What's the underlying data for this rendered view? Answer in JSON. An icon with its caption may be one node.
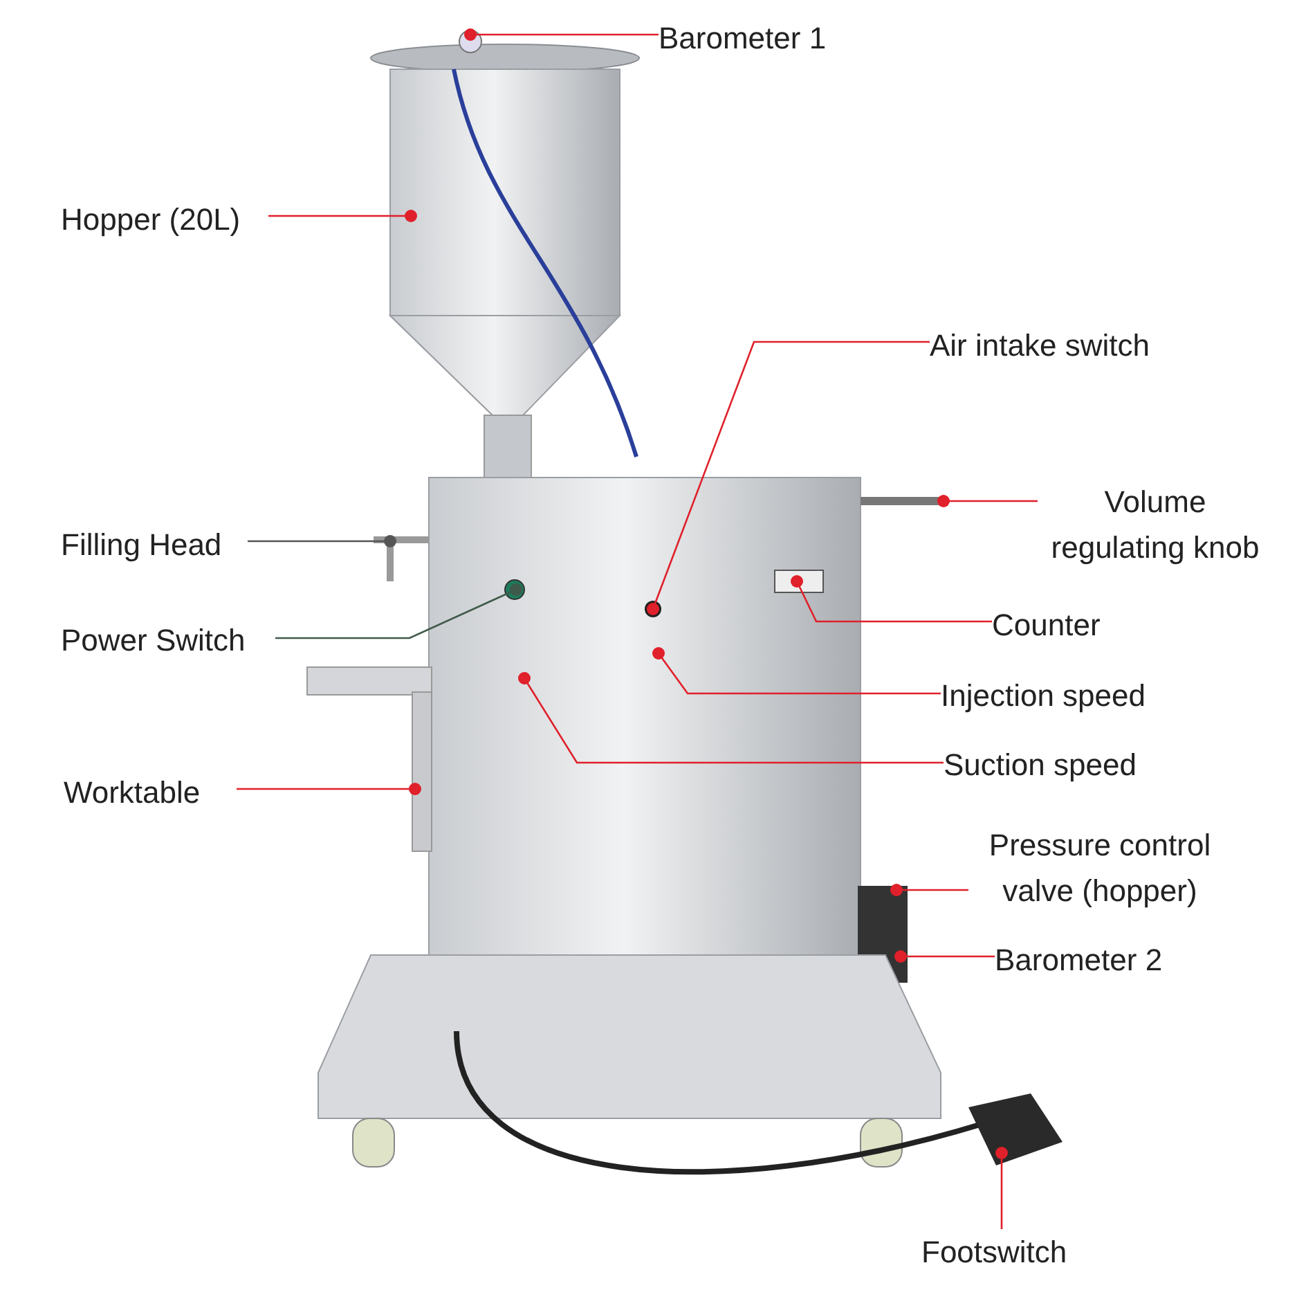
{
  "diagram": {
    "nodes": [
      {
        "text": [
          "Barometer 1"
        ]
      },
      {
        "text": [
          "Hopper (20L)"
        ]
      },
      {
        "text": [
          "Air intake switch"
        ]
      },
      {
        "text": [
          "Volume regulating knob"
        ]
      },
      {
        "text": [
          "Filling Head"
        ]
      },
      {
        "text": [
          "Power Switch"
        ]
      },
      {
        "text": [
          "Counter"
        ]
      },
      {
        "text": [
          "Injection speed"
        ]
      },
      {
        "text": [
          "Worktable"
        ]
      },
      {
        "text": [
          "Suction speed"
        ]
      },
      {
        "text": [
          "Pressure control valve (hopper)"
        ]
      },
      {
        "text": [
          "Barometer 2"
        ]
      },
      {
        "text": [
          "Footswitch"
        ]
      }
    ],
    "edges": [
      {
        "from": 0,
        "to": null,
        "arrow": "other"
      },
      {
        "from": 1,
        "to": null,
        "arrow": "other"
      },
      {
        "from": 2,
        "to": null,
        "arrow": "other"
      },
      {
        "from": 3,
        "to": null,
        "arrow": "other"
      },
      {
        "from": 4,
        "to": null,
        "arrow": "other",
        "color": "#555555"
      },
      {
        "from": 5,
        "to": null,
        "arrow": "other",
        "color": "#3f5a4a"
      },
      {
        "from": 6,
        "to": null,
        "arrow": "other"
      },
      {
        "from": 7,
        "to": null,
        "arrow": "other"
      },
      {
        "from": 8,
        "to": null,
        "arrow": "other"
      },
      {
        "from": 9,
        "to": null,
        "arrow": "other"
      },
      {
        "from": 10,
        "to": null,
        "arrow": "other"
      },
      {
        "from": 11,
        "to": null,
        "arrow": "other"
      },
      {
        "from": 12,
        "to": null,
        "arrow": "other"
      }
    ]
  }
}
